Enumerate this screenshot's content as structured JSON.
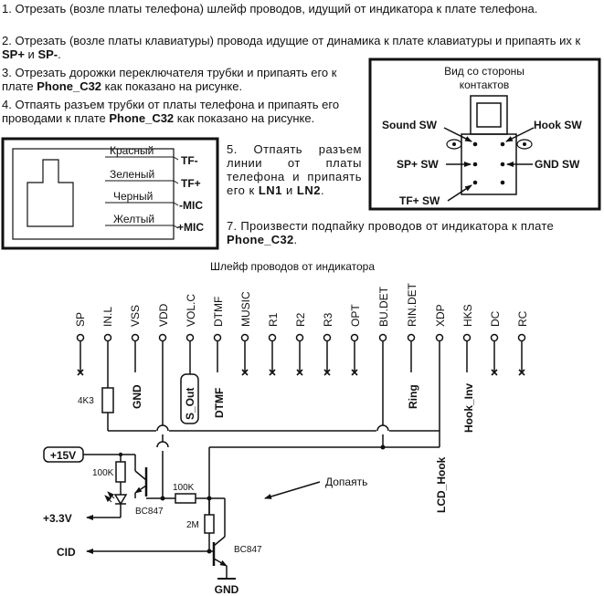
{
  "instructions": {
    "p1": "1. Отрезать (возле платы телефона) шлейф проводов, идущий от индикатора к плате телефона.",
    "p2_pre": "2. Отрезать (возле платы клавиатуры) провода идущие от динамика к плате клавиатуры и припаять их к ",
    "p2_sp_plus": "SP+",
    "p2_and": " и ",
    "p2_sp_minus": "SP-",
    "p2_end": ".",
    "p3_pre": "3. Отрезать дорожки переключателя трубки и припаять его к плате ",
    "p3_board": "Phone_C32",
    "p3_post": " как показано на рисунке.",
    "p4_pre": "4. Отпаять разъем трубки от платы телефона и припаять его проводами к плате ",
    "p4_board": "Phone_C32",
    "p4_post": " как показано на рисунке.",
    "p5_pre": "5. Отпаять разъем линии от платы телефона и припаять его к ",
    "p5_ln1": "LN1",
    "p5_and": " и ",
    "p5_ln2": "LN2",
    "p5_end": ".",
    "p7_pre": "7. Произвести подпайку проводов от индикатора к плате ",
    "p7_board": "Phone_C32",
    "p7_end": "."
  },
  "handset_connector": {
    "wires": [
      {
        "color_name": "Красный",
        "label": "TF-"
      },
      {
        "color_name": "Зеленый",
        "label": "TF+"
      },
      {
        "color_name": "Черный",
        "label": "-MIC"
      },
      {
        "color_name": "Желтый",
        "label": "+MIC"
      }
    ]
  },
  "switch_box": {
    "title_line1": "Вид со стороны",
    "title_line2": "контактов",
    "labels": {
      "sound_sw": "Sound SW",
      "hook_sw": "Hook SW",
      "sp_plus_sw": "SP+ SW",
      "gnd_sw": "GND SW",
      "tf_plus_sw": "TF+ SW"
    }
  },
  "schematic": {
    "title": "Шлейф проводов от индикатора",
    "pins": [
      "SP",
      "IN.L",
      "VSS",
      "VDD",
      "VOL.C",
      "DTMF",
      "MUSIC",
      "R1",
      "R2",
      "R3",
      "OPT",
      "BU.DET",
      "RIN.DET",
      "XDP",
      "HKS",
      "DC",
      "RC"
    ],
    "resistor_4k3": "4K3",
    "gnd_label": "GND",
    "s_out": "S_Out",
    "dtmf_label": "DTMF",
    "ring_label": "Ring",
    "hook_inv_label": "Hook_Inv",
    "lcd_hook_label": "LCD_Hook",
    "plus15v": "+15V",
    "plus3v3": "+3.3V",
    "cid": "CID",
    "gnd_bottom": "GND",
    "r100k_a": "100K",
    "r100k_b": "100K",
    "r2m": "2M",
    "q1": "BC847",
    "q2": "BC847",
    "note": "Допаять"
  }
}
